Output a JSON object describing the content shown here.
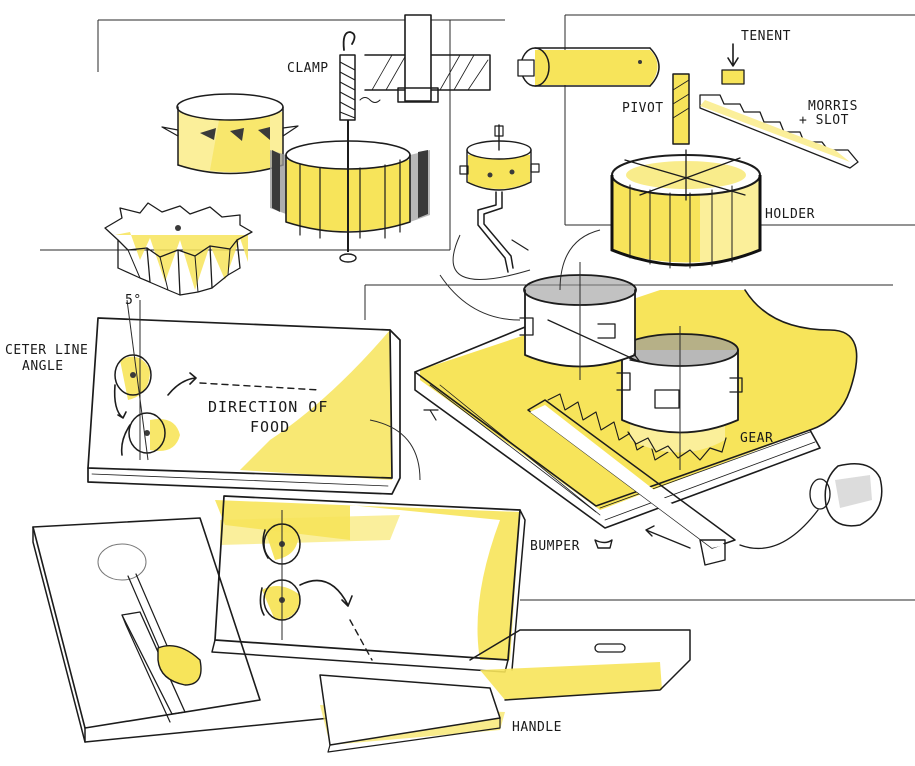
{
  "labels": {
    "clamp": "CLAMP",
    "tenent": "TENENT",
    "pivot": "PIVOT",
    "morris": "MORRIS",
    "slot": "+ SLOT",
    "holder": "HOLDER",
    "center_line_1": "CETER LINE",
    "center_line_2": "ANGLE",
    "angle": "5°",
    "direction_1": "DIRECTION OF",
    "direction_2": "FOOD",
    "gear": "GEAR",
    "bumper": "BUMPER",
    "handle": "HANDLE"
  },
  "colors": {
    "ink": "#1c1c1c",
    "marker_yellow": "#f7e45a",
    "marker_pale": "#fbef9a",
    "marker_grey": "#9a9a9a",
    "paper": "#ffffff"
  }
}
